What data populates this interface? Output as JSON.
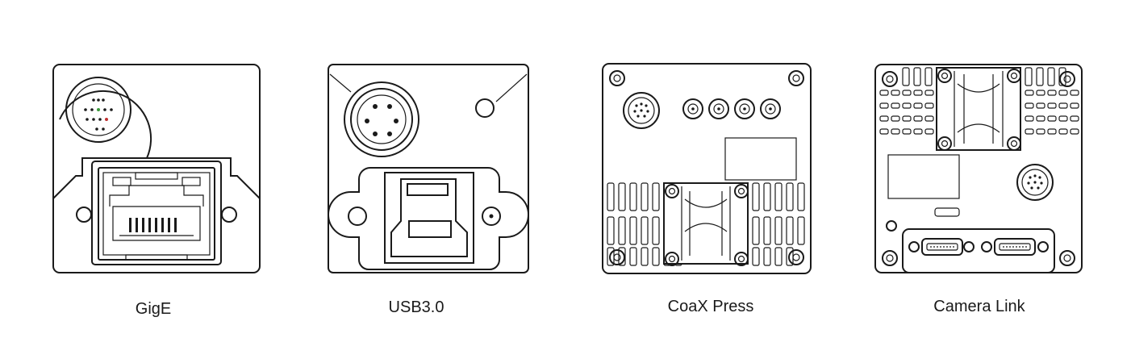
{
  "diagrams": [
    {
      "id": "gige",
      "label": "GigE"
    },
    {
      "id": "usb3",
      "label": "USB3.0"
    },
    {
      "id": "coaxpress",
      "label": "CoaX Press"
    },
    {
      "id": "cameralink",
      "label": "Camera Link"
    }
  ],
  "colors": {
    "line": "#1a1a1a",
    "background": "#ffffff",
    "led_green": "#3a9a3a",
    "led_red": "#c03030"
  }
}
